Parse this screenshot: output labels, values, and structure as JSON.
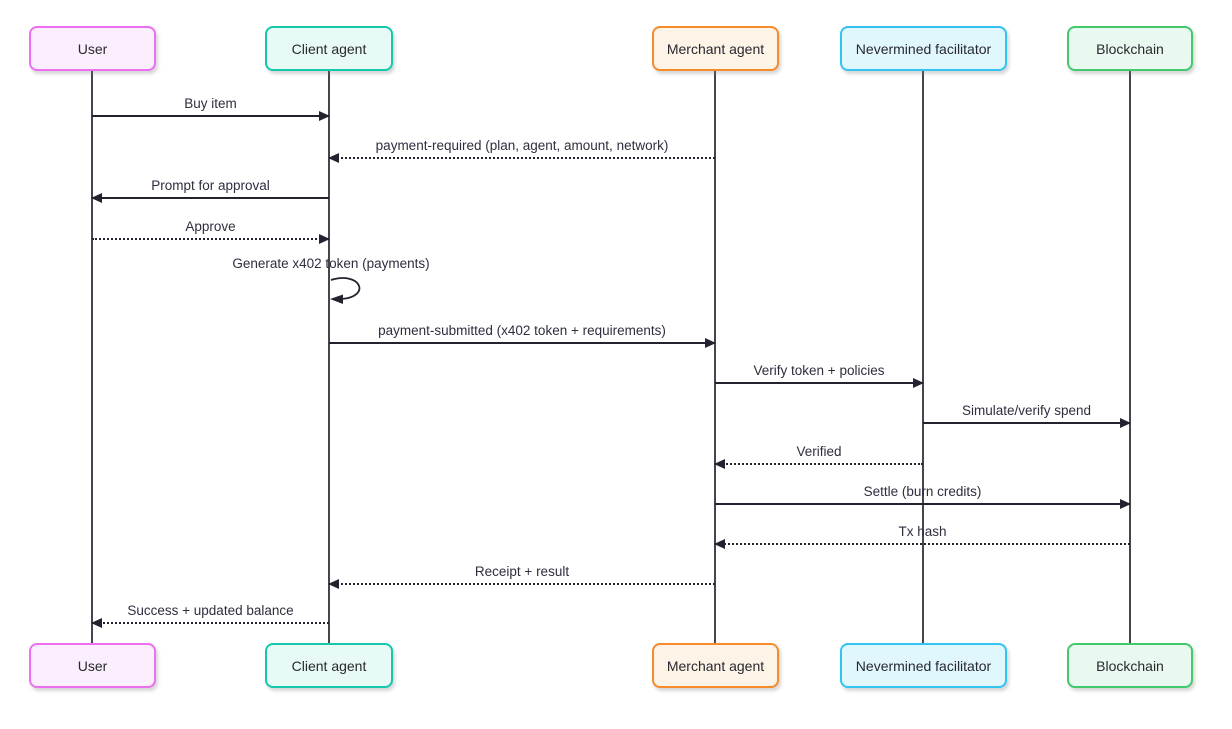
{
  "diagram": {
    "type": "sequence-diagram",
    "background": "#ffffff",
    "line_color": "#23232f",
    "lifeline_color": "#45454f",
    "text_color": "#2e2e3f",
    "actors": [
      {
        "id": "user",
        "label": "User",
        "fill": "#FBEFFD",
        "border": "#EC6FF1"
      },
      {
        "id": "client-agent",
        "label": "Client agent",
        "fill": "#E8FAF5",
        "border": "#16C7AC"
      },
      {
        "id": "merchant-agent",
        "label": "Merchant agent",
        "fill": "#FDF3E7",
        "border": "#F68B2B"
      },
      {
        "id": "nevermined-facilitator",
        "label": "Nevermined facilitator",
        "fill": "#E0F7FE",
        "border": "#33C3F0"
      },
      {
        "id": "blockchain",
        "label": "Blockchain",
        "fill": "#E9F9EF",
        "border": "#41C96B"
      }
    ],
    "messages": [
      {
        "label": "Buy item",
        "from": "User",
        "to": "Client agent",
        "line": "solid"
      },
      {
        "label": "payment-required (plan, agent, amount, network)",
        "from": "Merchant agent",
        "to": "Client agent",
        "line": "dotted"
      },
      {
        "label": "Prompt for approval",
        "from": "Client agent",
        "to": "User",
        "line": "solid"
      },
      {
        "label": "Approve",
        "from": "User",
        "to": "Client agent",
        "line": "dotted"
      },
      {
        "label": "Generate x402 token (payments)",
        "from": "Client agent",
        "to": "Client agent",
        "line": "self-loop"
      },
      {
        "label": "payment-submitted (x402 token + requirements)",
        "from": "Client agent",
        "to": "Merchant agent",
        "line": "solid"
      },
      {
        "label": "Verify token + policies",
        "from": "Merchant agent",
        "to": "Nevermined facilitator",
        "line": "solid"
      },
      {
        "label": "Simulate/verify spend",
        "from": "Nevermined facilitator",
        "to": "Blockchain",
        "line": "solid"
      },
      {
        "label": "Verified",
        "from": "Nevermined facilitator",
        "to": "Merchant agent",
        "line": "dotted"
      },
      {
        "label": "Settle (burn credits)",
        "from": "Merchant agent",
        "to": "Blockchain",
        "line": "solid"
      },
      {
        "label": "Tx hash",
        "from": "Blockchain",
        "to": "Merchant agent",
        "line": "dotted"
      },
      {
        "label": "Receipt + result",
        "from": "Merchant agent",
        "to": "Client agent",
        "line": "dotted"
      },
      {
        "label": "Success + updated balance",
        "from": "Client agent",
        "to": "User",
        "line": "dotted"
      }
    ]
  }
}
